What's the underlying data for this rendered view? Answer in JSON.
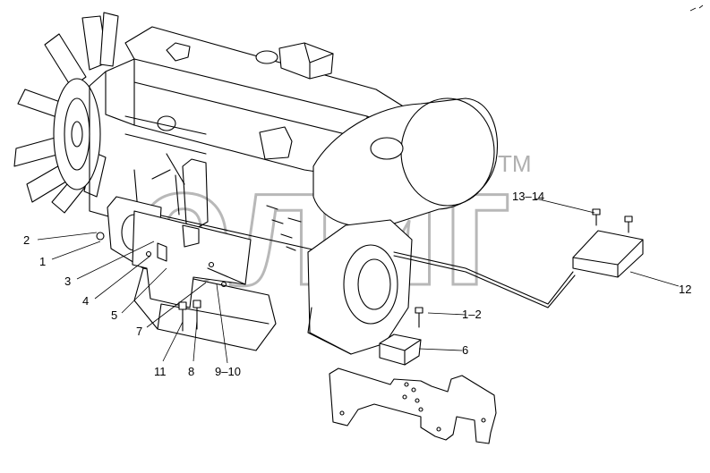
{
  "watermark": {
    "text": "элиг",
    "trademark": "TM"
  },
  "callouts": {
    "c1": "1",
    "c2": "2",
    "c3": "3",
    "c4": "4",
    "c5": "5",
    "c6": "6",
    "c7": "7",
    "c8": "8",
    "c9_10": "9–10",
    "c11": "11",
    "c12": "12",
    "c13_14": "13–14",
    "c1_2": "1–2"
  }
}
